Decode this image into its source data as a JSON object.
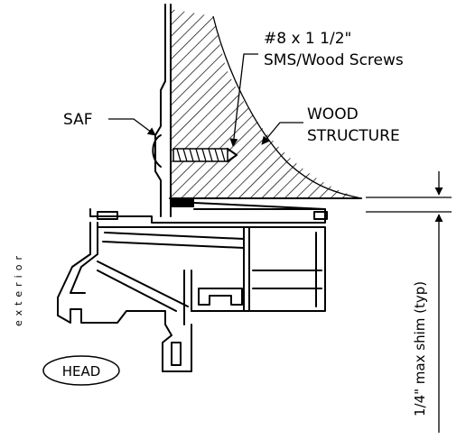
{
  "detail": {
    "screw_label_line1": "#8 x 1 1/2\"",
    "screw_label_line2": "SMS/Wood Screws",
    "saf_label": "SAF",
    "wood_label_line1": "WOOD",
    "wood_label_line2": "STRUCTURE",
    "exterior_label": "exterior",
    "head_label": "HEAD",
    "shim_label": "1/4\" max shim (typ)"
  },
  "colors": {
    "line": "#000000",
    "background": "#ffffff"
  }
}
